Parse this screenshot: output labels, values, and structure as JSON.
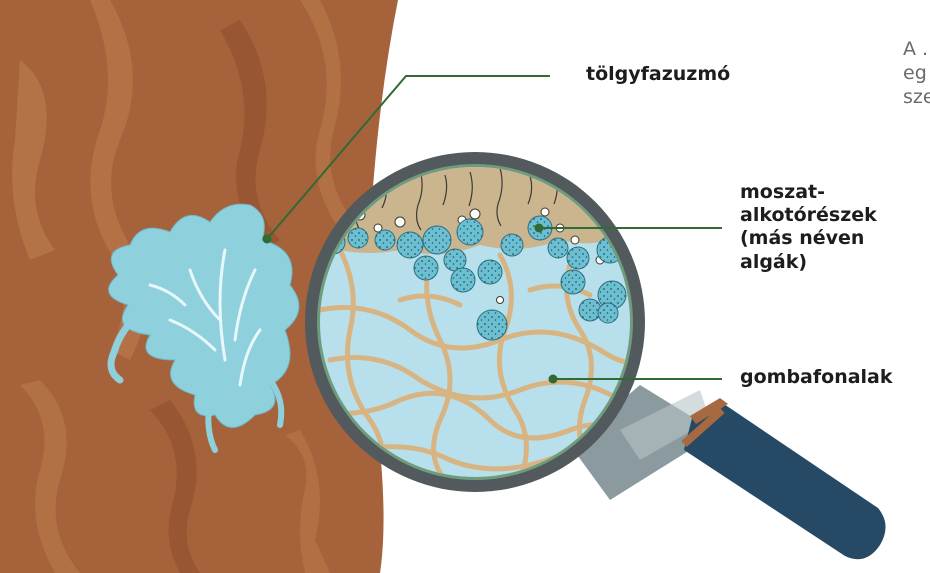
{
  "labels": {
    "lichen": "tölgyfazuzmó",
    "algae": "moszat-\nalkotórészek\n(más néven\nalgák)",
    "hyphae": "gombafonalak"
  },
  "caption_fragment": "A .\neg\nsze",
  "colors": {
    "bark": "#a6623a",
    "bark_light": "#bb7a4c",
    "bark_dark": "#8a4a2a",
    "lichen": "#8fd0dd",
    "lens_fill": "#b7e0ec",
    "lens_rim": "#535a5e",
    "lens_inner_rim": "#6f9c7c",
    "hyphae": "#d8b483",
    "algae_cell": "#6cbfd1",
    "cortex": "#cbb58f",
    "leader_line": "#2e6b35",
    "handle": "#264a66",
    "handle_collar": "#a7693f",
    "shaft": "#8a9a9e"
  }
}
